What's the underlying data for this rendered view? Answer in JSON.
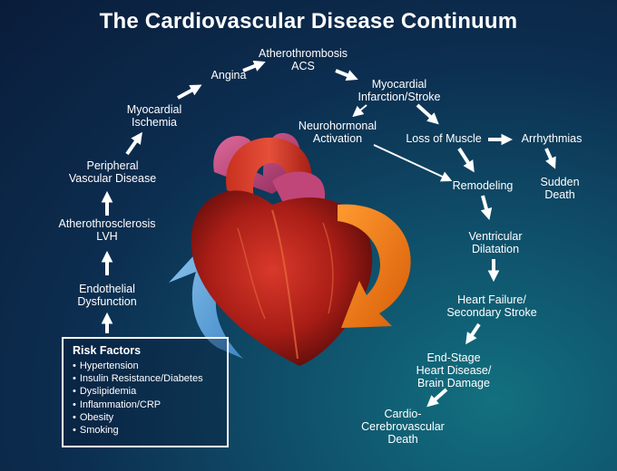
{
  "title": "The Cardiovascular Disease Continuum",
  "nodes": {
    "endothelial": [
      "Endothelial",
      "Dysfunction"
    ],
    "atherosclerosis": [
      "Atherothrosclerosis",
      "LVH"
    ],
    "peripheral": [
      "Peripheral",
      "Vascular Disease"
    ],
    "ischemia": [
      "Myocardial",
      "Ischemia"
    ],
    "angina": [
      "Angina"
    ],
    "acs": [
      "Atherothrombosis",
      "ACS"
    ],
    "infarction": [
      "Myocardial",
      "Infarction/Stroke"
    ],
    "neurohormonal": [
      "Neurohormonal",
      "Activation"
    ],
    "loss_muscle": [
      "Loss of Muscle"
    ],
    "arrhythmias": [
      "Arrhythmias"
    ],
    "sudden_death": [
      "Sudden",
      "Death"
    ],
    "remodeling": [
      "Remodeling"
    ],
    "dilatation": [
      "Ventricular",
      "Dilatation"
    ],
    "heart_failure": [
      "Heart Failure/",
      "Secondary Stroke"
    ],
    "end_stage": [
      "End-Stage",
      "Heart Disease/",
      "Brain Damage"
    ],
    "death": [
      "Cardio-",
      "Cerebrovascular",
      "Death"
    ]
  },
  "risk_factors": {
    "title": "Risk Factors",
    "items": [
      "Hypertension",
      "Insulin Resistance/Diabetes",
      "Dyslipidemia",
      "Inflammation/CRP",
      "Obesity",
      "Smoking"
    ]
  },
  "colors": {
    "arrow": "#ffffff",
    "blue_arrow": "#6fb2e2",
    "orange_arrow": "#f07a14",
    "heart": "#b5231a",
    "vessel": "#c0467a"
  },
  "icons": {
    "heart": "heart-illustration-icon"
  }
}
